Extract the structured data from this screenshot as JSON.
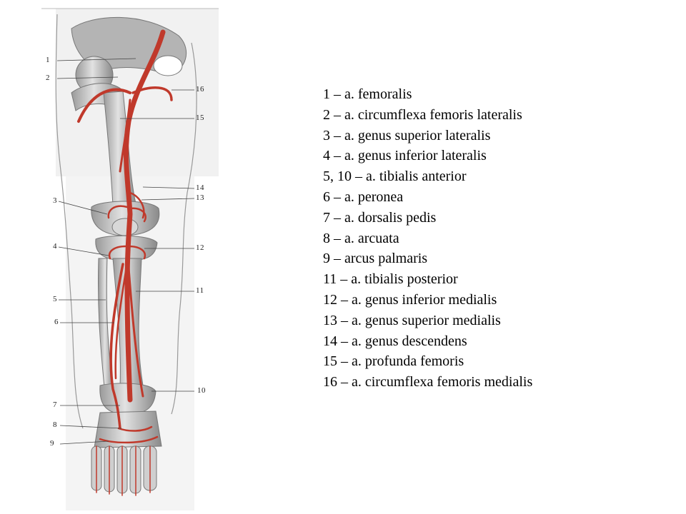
{
  "figure": {
    "callouts": [
      {
        "id": "c1",
        "text": "1"
      },
      {
        "id": "c2",
        "text": "2"
      },
      {
        "id": "c3",
        "text": "3"
      },
      {
        "id": "c4",
        "text": "4"
      },
      {
        "id": "c5",
        "text": "5"
      },
      {
        "id": "c6",
        "text": "6"
      },
      {
        "id": "c7",
        "text": "7"
      },
      {
        "id": "c8",
        "text": "8"
      },
      {
        "id": "c9",
        "text": "9"
      },
      {
        "id": "c10",
        "text": "10"
      },
      {
        "id": "c11",
        "text": "11"
      },
      {
        "id": "c12",
        "text": "12"
      },
      {
        "id": "c13",
        "text": "13"
      },
      {
        "id": "c14",
        "text": "14"
      },
      {
        "id": "c15",
        "text": "15"
      },
      {
        "id": "c16",
        "text": "16"
      }
    ],
    "colors": {
      "artery": "#c0392b",
      "bone": "#c8c8c8",
      "outline": "#888888"
    }
  },
  "legend": [
    "1 – a. femoralis",
    "2 – a. circumflexa femoris lateralis",
    "3 – a. genus superior lateralis",
    "4 – a. genus inferior lateralis",
    "5, 10 – a. tibialis anterior",
    "6 – a. peronea",
    "7 – a. dorsalis pedis",
    "8 – a. arcuata",
    "9 – arcus palmaris",
    "11 – a. tibialis posterior",
    "12 – a. genus inferior medialis",
    "13 – a. genus superior medialis",
    "14 – a. genus descendens",
    "15 – a. profunda femoris",
    "16 – a. circumflexa femoris medialis"
  ]
}
